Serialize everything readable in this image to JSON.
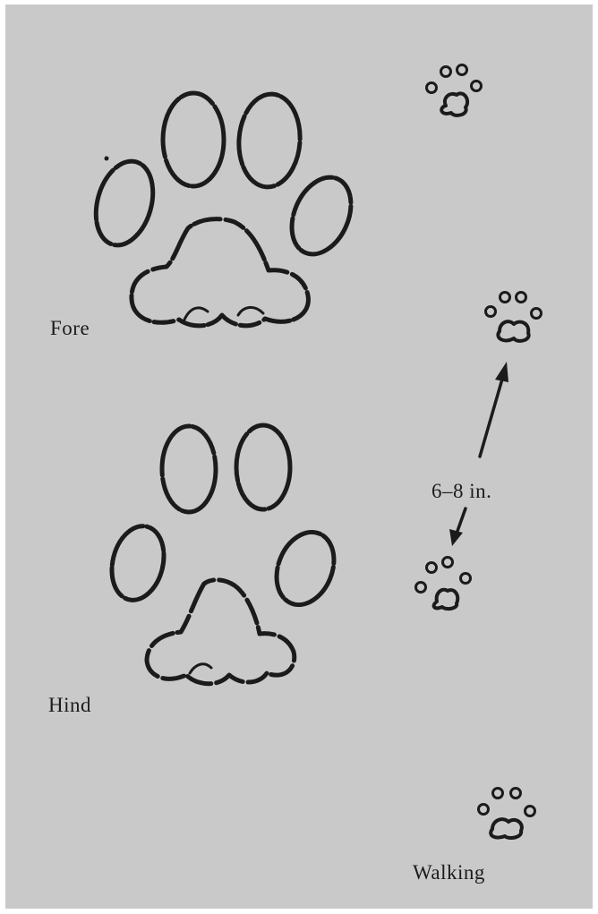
{
  "labels": {
    "fore": "Fore",
    "hind": "Hind",
    "distance": "6–8 in.",
    "walking": "Walking"
  },
  "colors": {
    "background": "#c9c9c9",
    "ink": "#1b1b1b"
  }
}
